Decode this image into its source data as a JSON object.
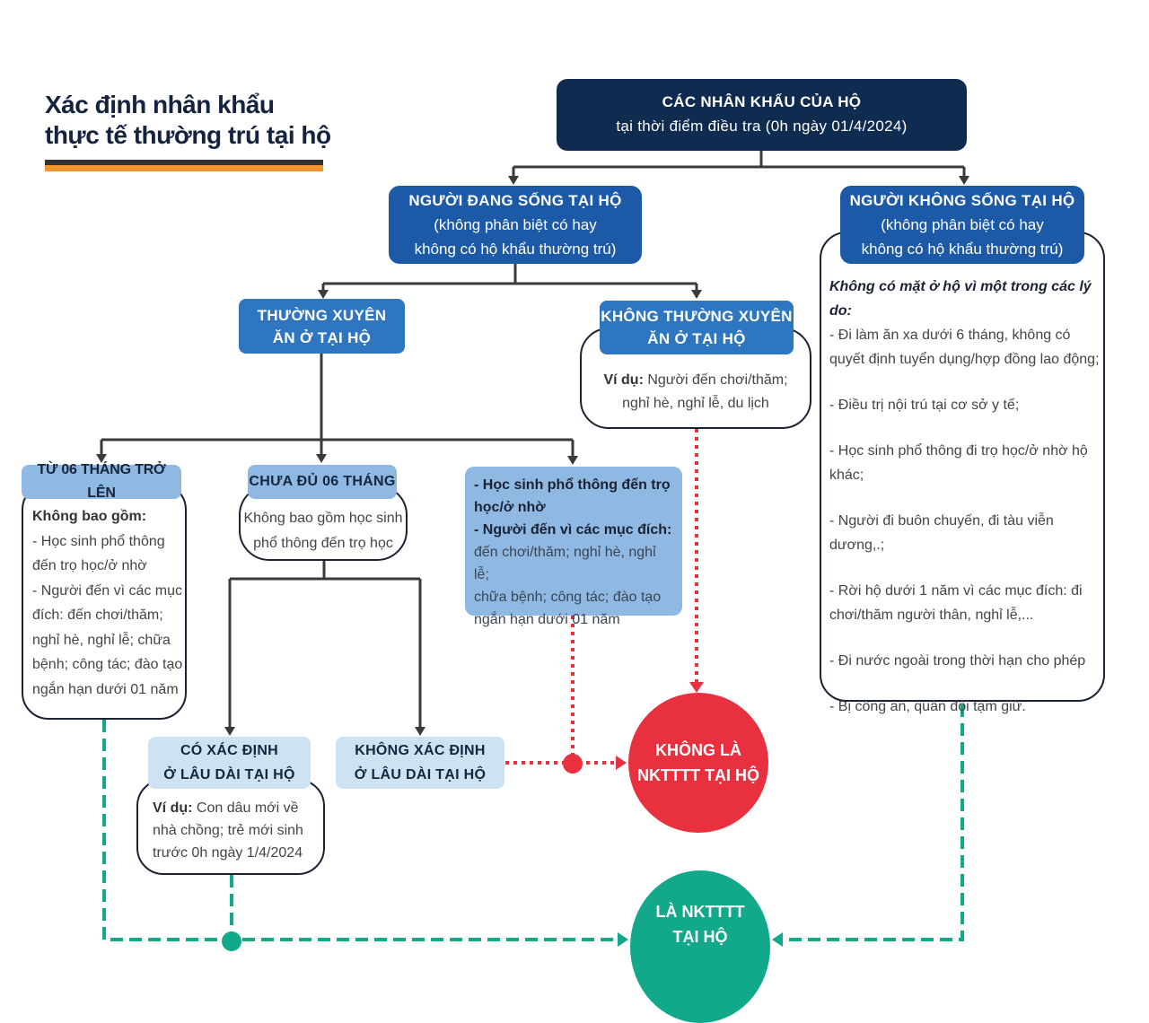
{
  "title": {
    "line1": "Xác định nhân khẩu",
    "line2": "thực tế thường trú tại hộ"
  },
  "colors": {
    "navy": "#0f2b4f",
    "dark_blue": "#1c59a6",
    "mid_blue": "#2f76c0",
    "light_blue": "#8fb8e2",
    "pale_blue": "#cde2f3",
    "red": "#e8303f",
    "teal": "#12a88a",
    "orange": "#f0952f"
  },
  "root": {
    "heading": "CÁC NHÂN KHẨU CỦA HỘ",
    "sub": "tại thời điểm điều tra (0h ngày 01/4/2024)"
  },
  "living": {
    "heading": "NGƯỜI ĐANG SỐNG TẠI HỘ",
    "sub1": "(không phân biệt có hay",
    "sub2": "không có hộ khẩu thường trú)"
  },
  "not_living": {
    "heading": "NGƯỜI KHÔNG SỐNG TẠI HỘ",
    "sub1": "(không phân biệt có hay",
    "sub2": "không có hộ khẩu thường trú)",
    "intro": "Không có mặt ở hộ vì một trong các lý do:",
    "reasons": [
      "- Đi làm ăn xa dưới 6 tháng, không có quyết định tuyển dụng/hợp đồng lao động;",
      "- Điều trị nội trú tại cơ sở y tế;",
      "- Học sinh phổ thông đi trọ học/ở nhờ hộ khác;",
      "- Người đi buôn chuyến, đi tàu viễn dương,.;",
      "- Rời hộ dưới 1 năm vì các mục đích: đi chơi/thăm người thân, nghỉ lễ,...",
      "- Đi nước ngoài trong thời hạn cho phép",
      "- Bị công an, quân đội tạm giữ."
    ]
  },
  "regular": {
    "line1": "THƯỜNG XUYÊN",
    "line2": "ĂN Ở TẠI HỘ"
  },
  "irregular": {
    "line1": "KHÔNG THƯỜNG XUYÊN",
    "line2": "ĂN Ở TẠI HỘ",
    "example_label": "Ví dụ:",
    "example_text": "Người đến chơi/thăm;",
    "example_text2": "nghỉ hè, nghỉ lễ, du lịch"
  },
  "over6": {
    "heading": "TỪ 06 THÁNG TRỞ LÊN",
    "intro": "Không bao gồm:",
    "lines": [
      "- Học sinh phổ thông",
      "đến trọ học/ở nhờ",
      "- Người đến vì các mục",
      "đích: đến chơi/thăm;",
      "nghỉ hè, nghỉ lễ; chữa",
      "bệnh; công tác; đào tạo",
      "ngắn hạn  dưới 01 năm"
    ]
  },
  "under6": {
    "heading": "CHƯA ĐỦ 06 THÁNG",
    "lines": [
      "Không bao gồm học sinh",
      "phổ thông đến trọ học"
    ]
  },
  "students": {
    "bold1": "- Học sinh phổ thông đến trọ",
    "bold2": "học/ở nhờ",
    "bold3": "- Người đến vì các mục đích:",
    "lines": [
      "đến chơi/thăm; nghỉ hè, nghỉ lễ;",
      "chữa bệnh; công tác; đào tạo",
      "ngắn hạn dưới 01 năm"
    ]
  },
  "long_term": {
    "line1": "CÓ XÁC ĐỊNH",
    "line2": "Ở LÂU DÀI TẠI HỘ",
    "example_label": "Ví dụ:",
    "example_lines": [
      "Con dâu mới về",
      "nhà chồng; trẻ mới sinh",
      "trước 0h ngày 1/4/2024"
    ]
  },
  "not_long_term": {
    "line1": "KHÔNG XÁC ĐỊNH",
    "line2": "Ở LÂU DÀI TẠI HỘ"
  },
  "result_no": {
    "line1": "KHÔNG LÀ",
    "line2": "NKTTTT TẠI HỘ"
  },
  "result_yes": {
    "line1": "LÀ NKTTTT",
    "line2": "TẠI HỘ"
  }
}
